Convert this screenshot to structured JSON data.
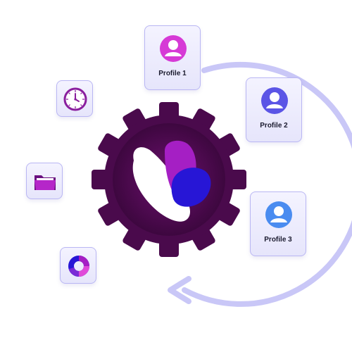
{
  "profiles": [
    {
      "label": "Profile 1",
      "icon": "user-avatar-icon",
      "color": "#d63ad6"
    },
    {
      "label": "Profile 2",
      "icon": "user-avatar-icon",
      "color": "#5b55e6"
    },
    {
      "label": "Profile 3",
      "icon": "user-avatar-icon",
      "color": "#4a8cf0"
    }
  ],
  "tools": [
    {
      "icon": "clock-icon"
    },
    {
      "icon": "folder-icon"
    },
    {
      "icon": "donut-chart-icon"
    }
  ],
  "colors": {
    "gear": "#4a0a4c",
    "gear_center": "#6e1070",
    "cycle_arrow": "#c9c7f7",
    "card_border": "#b9b6f3",
    "logo_purple": "#a51fc4",
    "logo_blue": "#2716d6"
  }
}
